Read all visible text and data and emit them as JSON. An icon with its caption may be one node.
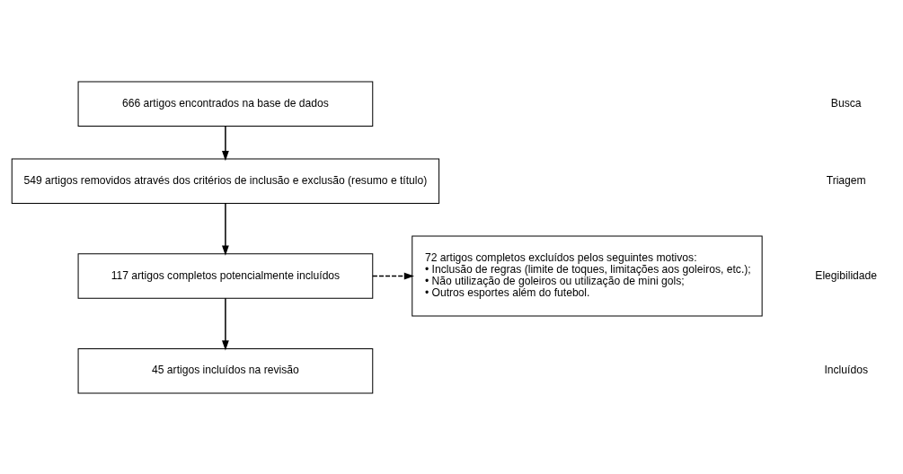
{
  "diagram": {
    "nodes": [
      {
        "text": [
          "666 artigos encontrados na base de dados"
        ]
      },
      {
        "text": [
          "549 artigos removidos através dos critérios de inclusão e exclusão (resumo e título)"
        ]
      },
      {
        "text": [
          "117 artigos completos potencialmente incluídos"
        ]
      },
      {
        "text": [
          "45 artigos incluídos na revisão"
        ]
      },
      {
        "text": [
          "72 artigos completos excluídos pelos seguintes motivos:",
          "• Inclusão de regras (limite de toques, limitações aos goleiros, etc.);",
          "• Não utilização de goleiros ou utilização de mini gols;",
          "• Outros esportes além do futebol."
        ]
      }
    ],
    "edges": [
      {
        "from": 0,
        "to": 1,
        "arrow": "to"
      },
      {
        "from": 1,
        "to": 2,
        "arrow": "to"
      },
      {
        "from": 2,
        "to": 3,
        "arrow": "to"
      },
      {
        "from": 2,
        "to": 4,
        "arrow": "to",
        "style": "dashed"
      }
    ],
    "labels": [
      "Busca",
      "Triagem",
      "Elegibilidade",
      "Incluídos"
    ]
  }
}
